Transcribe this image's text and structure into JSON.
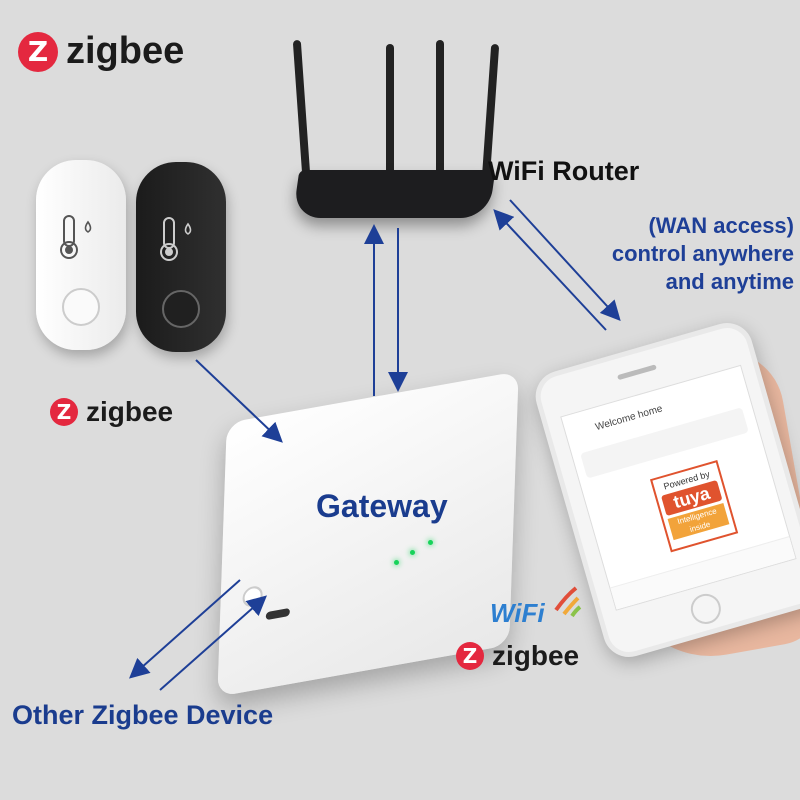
{
  "logos": {
    "zigbee_top": "zigbee",
    "zigbee_mid": "zigbee",
    "zigbee_bottom": "zigbee",
    "wifi": "WiFi"
  },
  "labels": {
    "router": "WiFi Router",
    "wan_line1": "(WAN access)",
    "wan_line2": "control anywhere",
    "wan_line3": "and anytime",
    "gateway": "Gateway",
    "other_devices": "Other Zigbee Device"
  },
  "phone_app": {
    "title": "Welcome home",
    "badge_top": "Powered by",
    "badge_brand": "tuya",
    "badge_bottom": "Intelligence inside"
  },
  "colors": {
    "background": "#dcdcdc",
    "label_blue": "#1a3c8e",
    "zigbee_red": "#e4283f",
    "arrow_navy": "#1e3f97",
    "led_green": "#17d35a"
  },
  "icons": [
    "thermometer-icon",
    "water-drop-icon",
    "zigbee-z-icon",
    "wifi-waves-icon"
  ]
}
